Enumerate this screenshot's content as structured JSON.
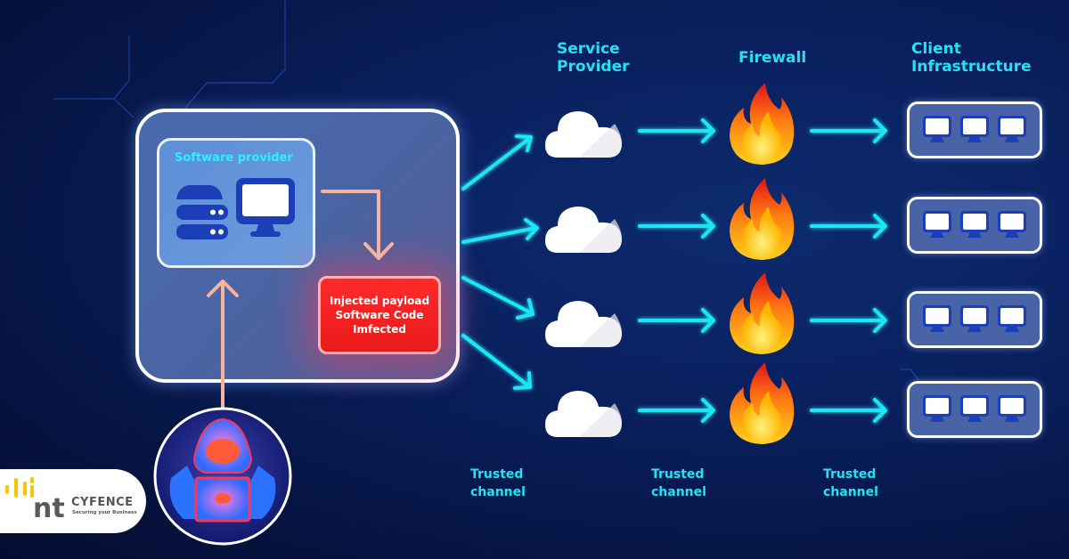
{
  "diagram": {
    "title": "Supply chain attack flow",
    "colors": {
      "accent_cyan": "#21e3f5",
      "background": "#0a2160",
      "payload_red": "#ff2b2b",
      "arrow_salmon": "#f7b3a0"
    },
    "columns": {
      "service_provider": "Service\nProvider",
      "service_provider_line1": "Service",
      "service_provider_line2": "Provider",
      "firewall": "Firewall",
      "client_line1": "Client",
      "client_line2": "Infrastructure"
    },
    "software_provider": {
      "title": "Software provider",
      "icons": [
        "server-icon",
        "monitor-icon"
      ]
    },
    "payload": {
      "line1": "Injected payload",
      "line2": "Software Code",
      "line3": "Imfected"
    },
    "attacker": {
      "icon": "hacker-icon"
    },
    "rows": [
      {
        "cloud": "cloud-icon",
        "firewall": "fire-icon",
        "clients": 3
      },
      {
        "cloud": "cloud-icon",
        "firewall": "fire-icon",
        "clients": 3
      },
      {
        "cloud": "cloud-icon",
        "firewall": "fire-icon",
        "clients": 3
      },
      {
        "cloud": "cloud-icon",
        "firewall": "fire-icon",
        "clients": 3
      }
    ],
    "channels": [
      {
        "line1": "Trusted",
        "line2": "channel"
      },
      {
        "line1": "Trusted",
        "line2": "channel"
      },
      {
        "line1": "Trusted",
        "line2": "channel"
      }
    ]
  },
  "logo": {
    "mark": "nt",
    "brand": "CYFENCE",
    "tagline": "Securing your Business"
  }
}
